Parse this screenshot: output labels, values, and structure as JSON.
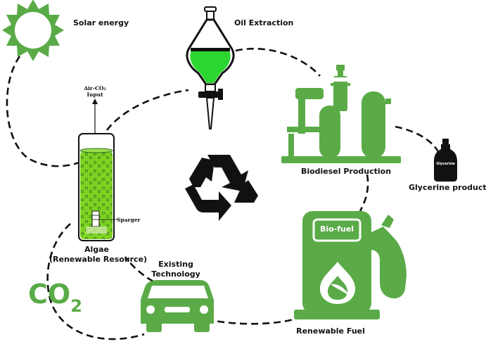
{
  "labels": {
    "solar": "Solar energy",
    "oil": "Oil Extraction",
    "biodiesel": "Biodiesel Production",
    "glycerine": "Glycerine product",
    "algae_line1": "Algae",
    "algae_line2": "(Renewable Resource)",
    "existing_line1": "Existing",
    "existing_line2": "Technology",
    "renewable_fuel": "Renewable Fuel",
    "co2_main": "CO",
    "co2_sub": "2",
    "biofuel": "Bio-fuel",
    "air_line1": "Air-CO₂",
    "air_line2": "Input",
    "sparger": "Sparger",
    "bottle_label": "Glycerine"
  },
  "colors": {
    "green": "#5aab47",
    "liquid": "#2bd630",
    "black": "#111111"
  },
  "icons": [
    "sun-icon",
    "separatory-funnel-icon",
    "refinery-icon",
    "bottle-icon",
    "recycle-icon",
    "fuel-pump-icon",
    "car-icon",
    "photobioreactor-icon"
  ]
}
